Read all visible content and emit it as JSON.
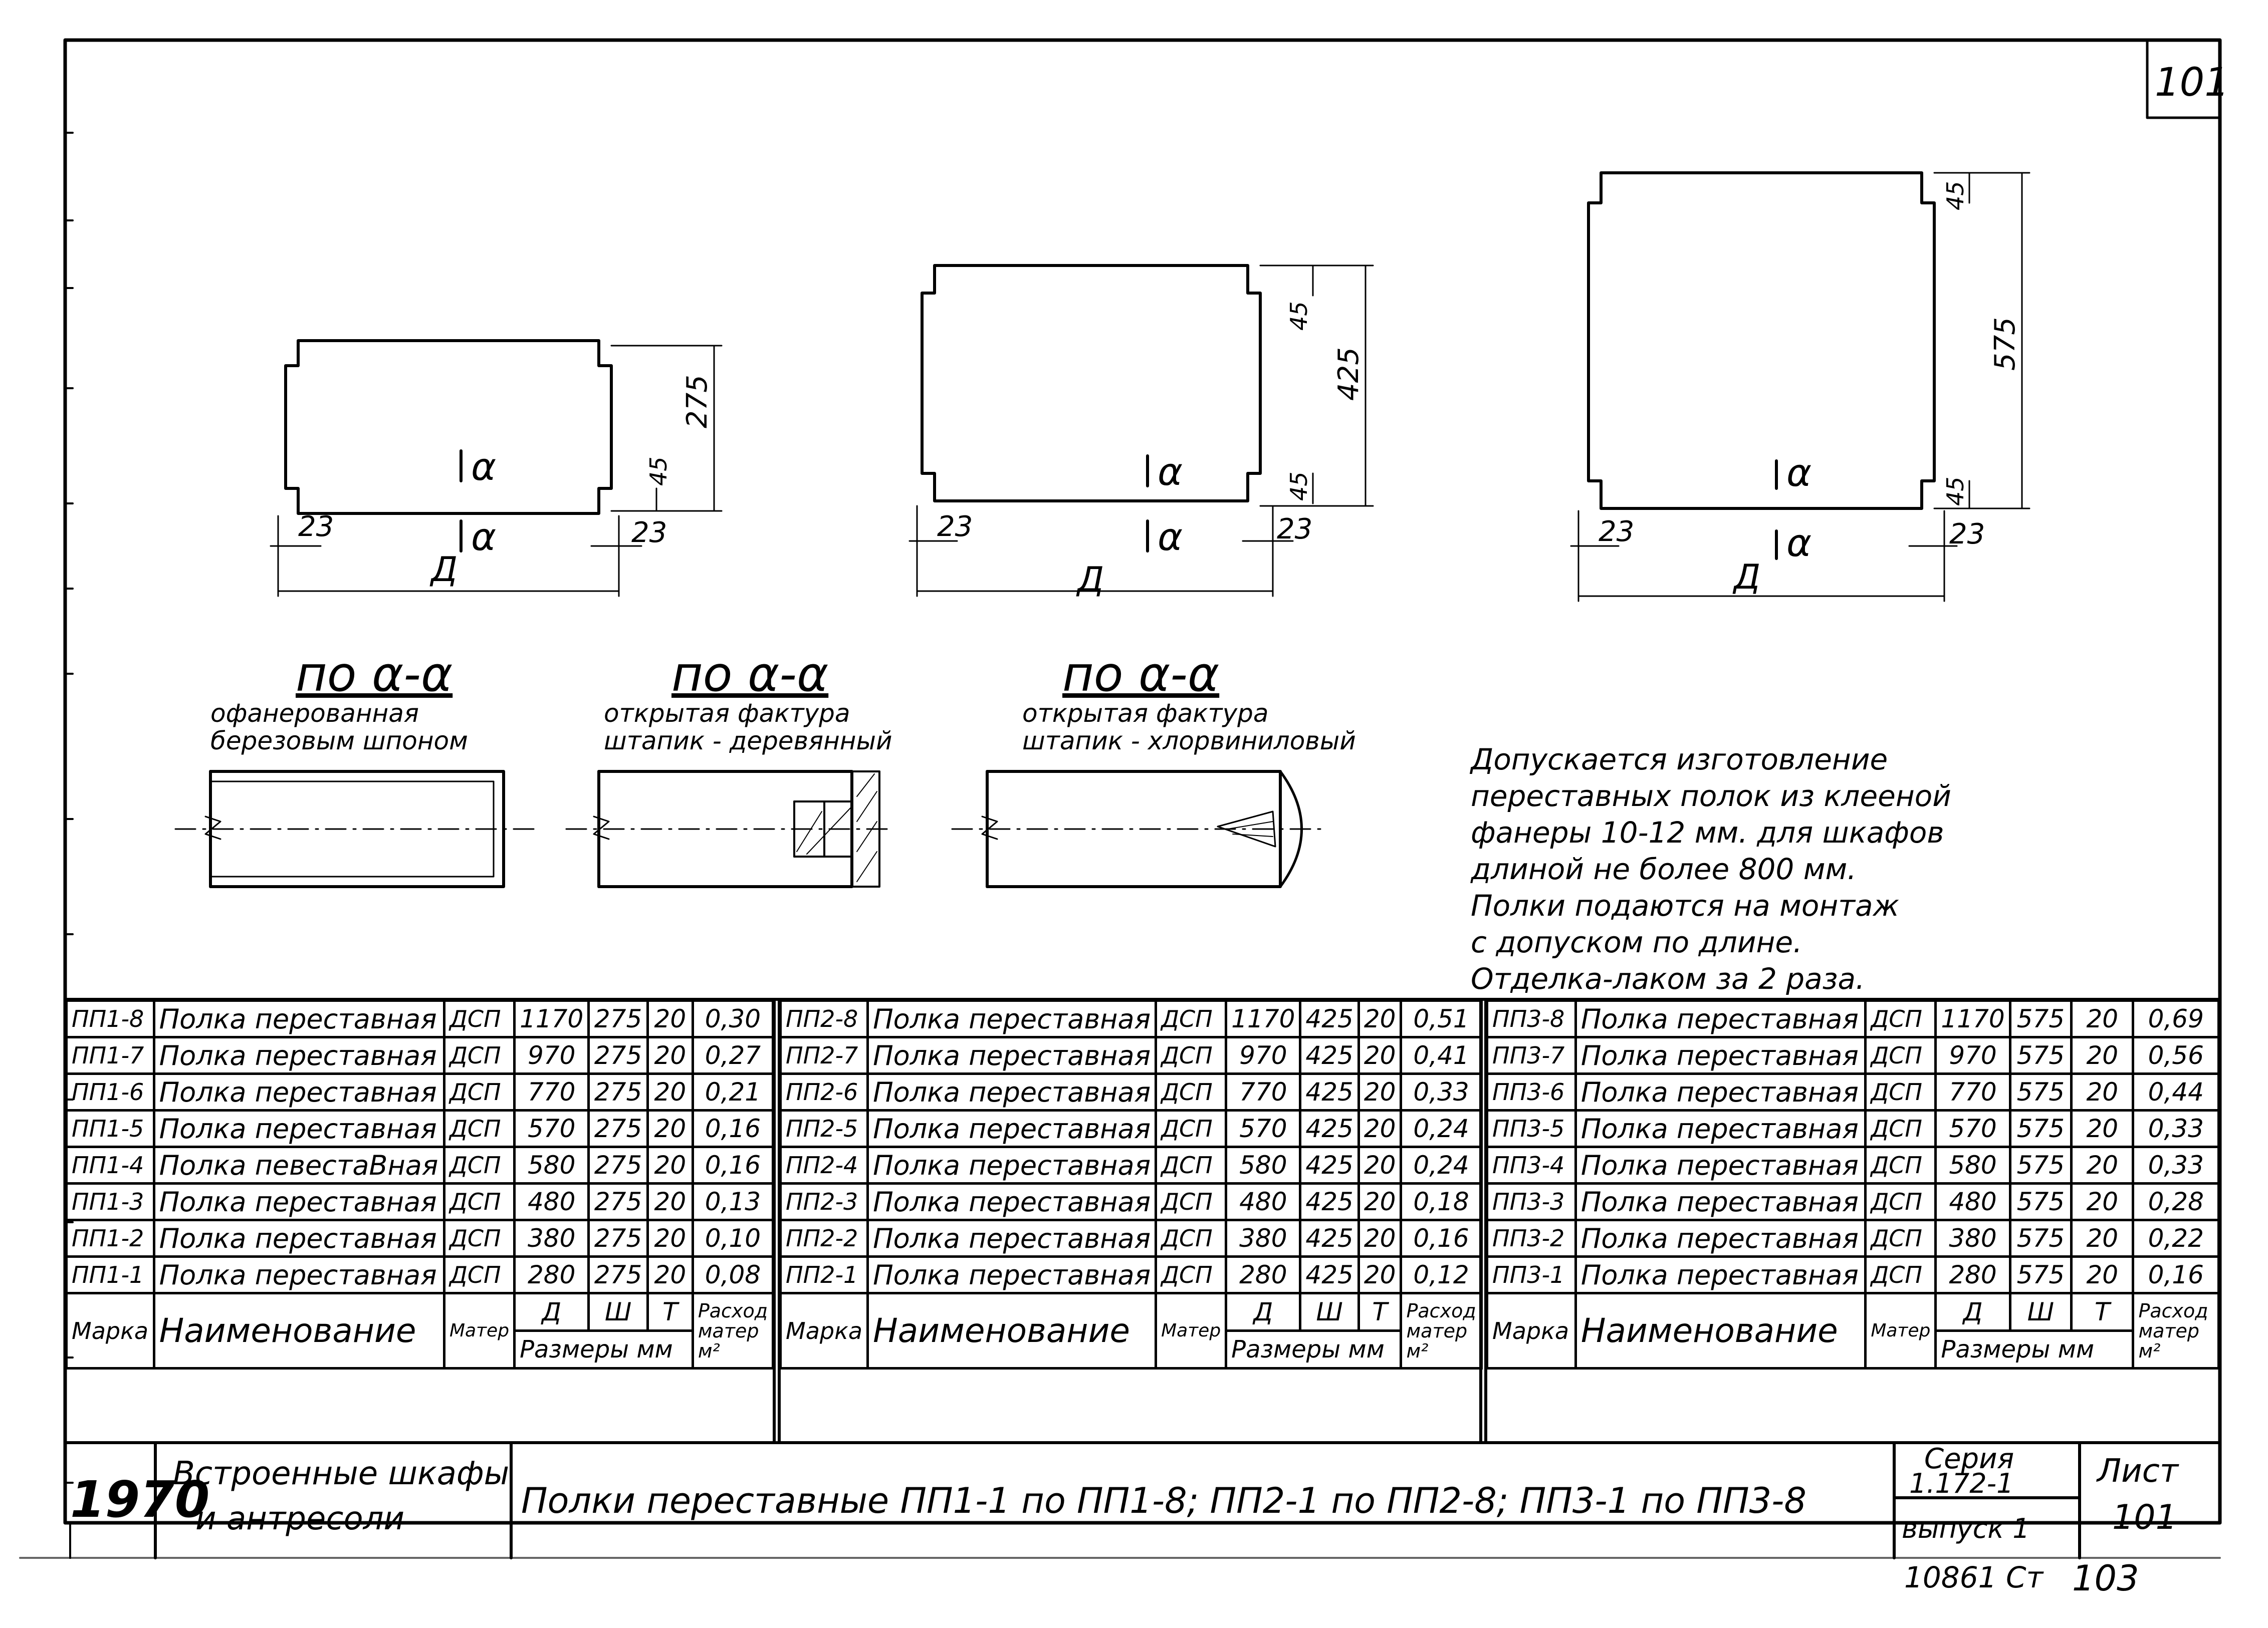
{
  "sheet": {
    "corner_number": "101",
    "bottom_note": "10861 Ст",
    "bottom_page": "103"
  },
  "plans": [
    {
      "dim_total": "275",
      "dim_notch": "45",
      "dim_side_left": "23",
      "dim_side_right": "23",
      "dim_length": "Д",
      "section_mark": "α"
    },
    {
      "dim_total": "425",
      "dim_notch_top": "45",
      "dim_notch_bottom": "45",
      "dim_side_left": "23",
      "dim_side_right": "23",
      "dim_length": "Д",
      "section_mark": "α"
    },
    {
      "dim_total": "575",
      "dim_notch_top": "45",
      "dim_notch_bottom": "45",
      "dim_side_left": "23",
      "dim_side_right": "23",
      "dim_length": "Д",
      "section_mark": "α"
    }
  ],
  "sections": [
    {
      "title": "по α-α",
      "line1": "офанерованная",
      "line2": "березовым шпоном"
    },
    {
      "title": "по α-α",
      "line1": "открытая фактура",
      "line2": "штапик - деревянный"
    },
    {
      "title": "по α-α",
      "line1": "открытая фактура",
      "line2": "штапик - хлорвиниловый"
    }
  ],
  "notes": [
    "Допускается изготовление",
    "переставных полок из клееной",
    "фанеры 10-12 мм. для шкафов",
    "длиной не более 800 мм.",
    "Полки подаются на монтаж",
    "с допуском по длине.",
    "Отделка-лаком за 2 раза."
  ],
  "table_headers": {
    "mark": "Марка",
    "name": "Наименование",
    "name_alt": "Наименование",
    "material": "Матер",
    "d": "Д",
    "w": "Ш",
    "t": "Т",
    "sizes": "Размеры мм",
    "consumption1": "Расход",
    "consumption2": "матер",
    "consumption3": "м²"
  },
  "spec_tables": [
    {
      "rows": [
        {
          "mark": "ПП1-8",
          "name": "Полка переставная",
          "mat": "ДСП",
          "d": "1170",
          "w": "275",
          "t": "20",
          "cons": "0,30"
        },
        {
          "mark": "ПП1-7",
          "name": "Полка переставная",
          "mat": "ДСП",
          "d": "970",
          "w": "275",
          "t": "20",
          "cons": "0,27"
        },
        {
          "mark": "ПП1-6",
          "name": "Полка переставная",
          "mat": "ДСП",
          "d": "770",
          "w": "275",
          "t": "20",
          "cons": "0,21"
        },
        {
          "mark": "ПП1-5",
          "name": "Полка переставная",
          "mat": "ДСП",
          "d": "570",
          "w": "275",
          "t": "20",
          "cons": "0,16"
        },
        {
          "mark": "ПП1-4",
          "name": "Полка певестаВная",
          "mat": "ДСП",
          "d": "580",
          "w": "275",
          "t": "20",
          "cons": "0,16"
        },
        {
          "mark": "ПП1-3",
          "name": "Полка переставная",
          "mat": "ДСП",
          "d": "480",
          "w": "275",
          "t": "20",
          "cons": "0,13"
        },
        {
          "mark": "ПП1-2",
          "name": "Полка переставная",
          "mat": "ДСП",
          "d": "380",
          "w": "275",
          "t": "20",
          "cons": "0,10"
        },
        {
          "mark": "ПП1-1",
          "name": "Полка переставная",
          "mat": "ДСП",
          "d": "280",
          "w": "275",
          "t": "20",
          "cons": "0,08"
        }
      ]
    },
    {
      "rows": [
        {
          "mark": "ПП2-8",
          "name": "Полка переставная",
          "mat": "ДСП",
          "d": "1170",
          "w": "425",
          "t": "20",
          "cons": "0,51"
        },
        {
          "mark": "ПП2-7",
          "name": "Полка переставная",
          "mat": "ДСП",
          "d": "970",
          "w": "425",
          "t": "20",
          "cons": "0,41"
        },
        {
          "mark": "ПП2-6",
          "name": "Полка переставная",
          "mat": "ДСП",
          "d": "770",
          "w": "425",
          "t": "20",
          "cons": "0,33"
        },
        {
          "mark": "ПП2-5",
          "name": "Полка переставная",
          "mat": "ДСП",
          "d": "570",
          "w": "425",
          "t": "20",
          "cons": "0,24"
        },
        {
          "mark": "ПП2-4",
          "name": "Полка переставная",
          "mat": "ДСП",
          "d": "580",
          "w": "425",
          "t": "20",
          "cons": "0,24"
        },
        {
          "mark": "ПП2-3",
          "name": "Полка переставная",
          "mat": "ДСП",
          "d": "480",
          "w": "425",
          "t": "20",
          "cons": "0,18"
        },
        {
          "mark": "ПП2-2",
          "name": "Полка переставная",
          "mat": "ДСП",
          "d": "380",
          "w": "425",
          "t": "20",
          "cons": "0,16"
        },
        {
          "mark": "ПП2-1",
          "name": "Полка переставная",
          "mat": "ДСП",
          "d": "280",
          "w": "425",
          "t": "20",
          "cons": "0,12"
        }
      ]
    },
    {
      "rows": [
        {
          "mark": "ПП3-8",
          "name": "Полка переставная",
          "mat": "ДСП",
          "d": "1170",
          "w": "575",
          "t": "20",
          "cons": "0,69"
        },
        {
          "mark": "ПП3-7",
          "name": "Полка переставная",
          "mat": "ДСП",
          "d": "970",
          "w": "575",
          "t": "20",
          "cons": "0,56"
        },
        {
          "mark": "ПП3-6",
          "name": "Полка переставная",
          "mat": "ДСП",
          "d": "770",
          "w": "575",
          "t": "20",
          "cons": "0,44"
        },
        {
          "mark": "ПП3-5",
          "name": "Полка переставная",
          "mat": "ДСП",
          "d": "570",
          "w": "575",
          "t": "20",
          "cons": "0,33"
        },
        {
          "mark": "ПП3-4",
          "name": "Полка переставная",
          "mat": "ДСП",
          "d": "580",
          "w": "575",
          "t": "20",
          "cons": "0,33"
        },
        {
          "mark": "ПП3-3",
          "name": "Полка переставная",
          "mat": "ДСП",
          "d": "480",
          "w": "575",
          "t": "20",
          "cons": "0,28"
        },
        {
          "mark": "ПП3-2",
          "name": "Полка переставная",
          "mat": "ДСП",
          "d": "380",
          "w": "575",
          "t": "20",
          "cons": "0,22"
        },
        {
          "mark": "ПП3-1",
          "name": "Полка переставная",
          "mat": "ДСП",
          "d": "280",
          "w": "575",
          "t": "20",
          "cons": "0,16"
        }
      ]
    }
  ],
  "title_block": {
    "year": "1970",
    "category_line1": "Встроенные шкафы",
    "category_line2": "и антресоли",
    "title": "Полки переставные ПП1-1 по ПП1-8; ПП2-1 по ПП2-8; ПП3-1 по ПП3-8",
    "series_label": "Серия",
    "series_value": "1.172-1",
    "issue_label": "выпуск 1",
    "sheet_label": "Лист",
    "sheet_value": "101"
  }
}
